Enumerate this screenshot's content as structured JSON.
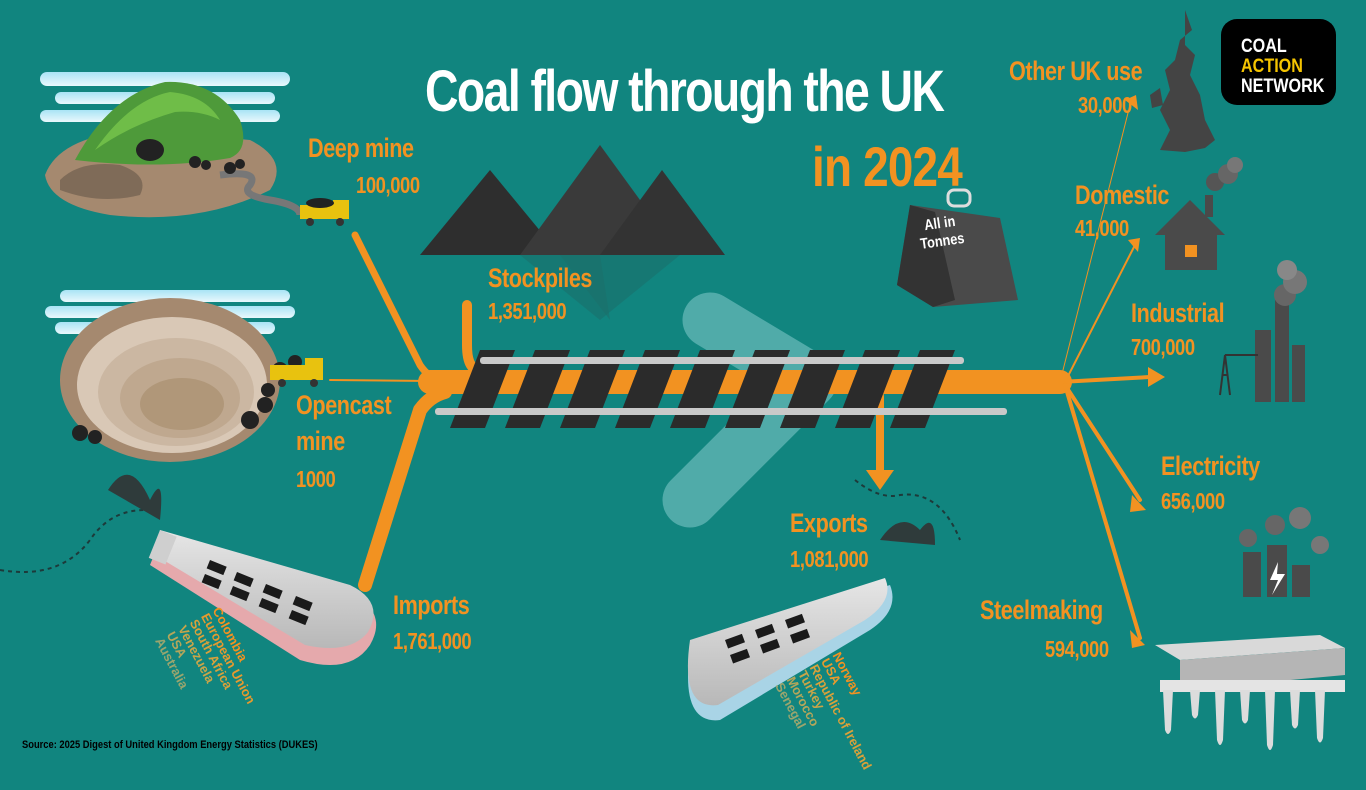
{
  "title": {
    "line1": "Coal flow through the UK",
    "line2": "in 2024"
  },
  "units_note": "All in Tonnes",
  "brand": {
    "line1": "COAL",
    "line2": "ACTION",
    "line3": "NETWORK"
  },
  "sources": {
    "deep_mine": {
      "label": "Deep mine",
      "value": "100,000"
    },
    "opencast": {
      "label_line1": "Opencast",
      "label_line2": "mine",
      "value": "1000"
    },
    "imports": {
      "label": "Imports",
      "value": "1,761,000",
      "countries": [
        "Colombia",
        "European Union",
        "South Africa",
        "Venezuela",
        "USA",
        "Australia"
      ]
    }
  },
  "stockpiles": {
    "label": "Stockpiles",
    "value": "1,351,000"
  },
  "exports": {
    "label": "Exports",
    "value": "1,081,000",
    "countries": [
      "Norway",
      "USA",
      "Republic of Ireland",
      "Turkey",
      "Morocco",
      "Senegal"
    ]
  },
  "uses": {
    "other": {
      "label": "Other UK use",
      "value": "30,000"
    },
    "domestic": {
      "label": "Domestic",
      "value": "41,000"
    },
    "industrial": {
      "label": "Industrial",
      "value": "700,000"
    },
    "electricity": {
      "label": "Electricity",
      "value": "656,000"
    },
    "steelmaking": {
      "label": "Steelmaking",
      "value": "594,000"
    }
  },
  "source_note": "Source: 2025 Digest of United Kingdom Energy Statistics (DUKES)",
  "colors": {
    "background": "#11857f",
    "flow": "#f29221",
    "rail": "#2b2b2b"
  }
}
